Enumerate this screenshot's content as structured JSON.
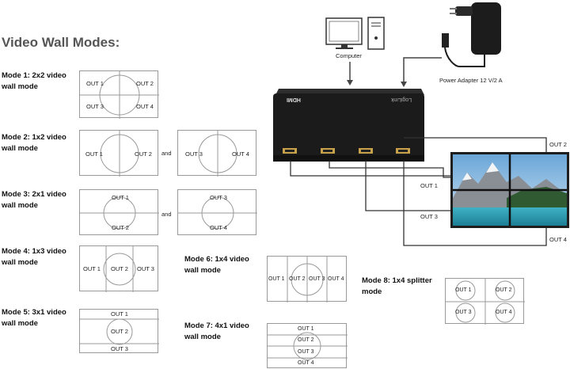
{
  "title": "Video Wall Modes:",
  "and": "and",
  "modes": {
    "m1": {
      "label": "Mode 1: 2x2 video wall mode",
      "outs": [
        "OUT 1",
        "OUT 2",
        "OUT 3",
        "OUT 4"
      ]
    },
    "m2": {
      "label": "Mode 2: 1x2 video wall mode",
      "outs": [
        "OUT 1",
        "OUT 2",
        "OUT 3",
        "OUT 4"
      ]
    },
    "m3": {
      "label": "Mode 3: 2x1 video wall mode",
      "outs": [
        "OUT 1",
        "OUT 2",
        "OUT 3",
        "OUT 4"
      ]
    },
    "m4": {
      "label": "Mode 4: 1x3 video wall mode",
      "outs": [
        "OUT 1",
        "OUT 2",
        "OUT 3"
      ]
    },
    "m5": {
      "label": "Mode 5: 3x1 video wall mode",
      "outs": [
        "OUT 1",
        "OUT 2",
        "OUT 3"
      ]
    },
    "m6": {
      "label": "Mode 6: 1x4 video wall mode",
      "outs": [
        "OUT 1",
        "OUT 2",
        "OUT 3",
        "OUT 4"
      ]
    },
    "m7": {
      "label": "Mode 7: 4x1 video wall mode",
      "outs": [
        "OUT 1",
        "OUT 2",
        "OUT 3",
        "OUT 4"
      ]
    },
    "m8": {
      "label": "Mode 8: 1x4 splitter mode",
      "outs": [
        "OUT 1",
        "OUT 2",
        "OUT 3",
        "OUT 4"
      ]
    }
  },
  "device": {
    "computer_label": "Computer",
    "power_label": "Power Adapter 12 V/2 A",
    "hdmi_text": "HDMI",
    "brand_text": "LogiLink",
    "outputs": [
      "OUT 1",
      "OUT 2",
      "OUT 3",
      "OUT 4"
    ]
  },
  "colors": {
    "line": "#999999",
    "device": "#1b1b1b",
    "port": "#c8a24a"
  }
}
